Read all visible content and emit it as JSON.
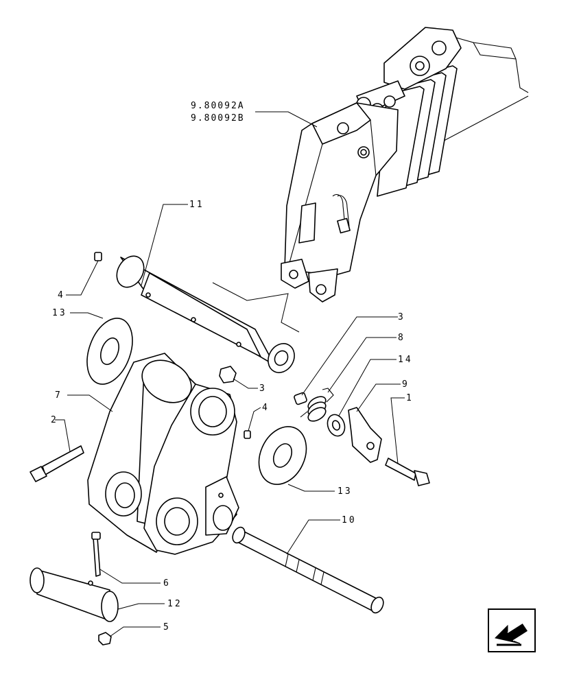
{
  "diagram": {
    "reference_codes": [
      "9.80092A",
      "9.80092B"
    ],
    "callouts": [
      {
        "id": "c11",
        "text": "11"
      },
      {
        "id": "c4a",
        "text": "4"
      },
      {
        "id": "c13a",
        "text": "13"
      },
      {
        "id": "c3a",
        "text": "3"
      },
      {
        "id": "c8",
        "text": "8"
      },
      {
        "id": "c14",
        "text": "14"
      },
      {
        "id": "c9",
        "text": "9"
      },
      {
        "id": "c1",
        "text": "1"
      },
      {
        "id": "c3b",
        "text": "3"
      },
      {
        "id": "c4b",
        "text": "4"
      },
      {
        "id": "c7",
        "text": "7"
      },
      {
        "id": "c2",
        "text": "2"
      },
      {
        "id": "c13b",
        "text": "13"
      },
      {
        "id": "c10",
        "text": "10"
      },
      {
        "id": "c6",
        "text": "6"
      },
      {
        "id": "c12",
        "text": "12"
      },
      {
        "id": "c5",
        "text": "5"
      }
    ],
    "nav_icon": "back-arrow-icon"
  }
}
